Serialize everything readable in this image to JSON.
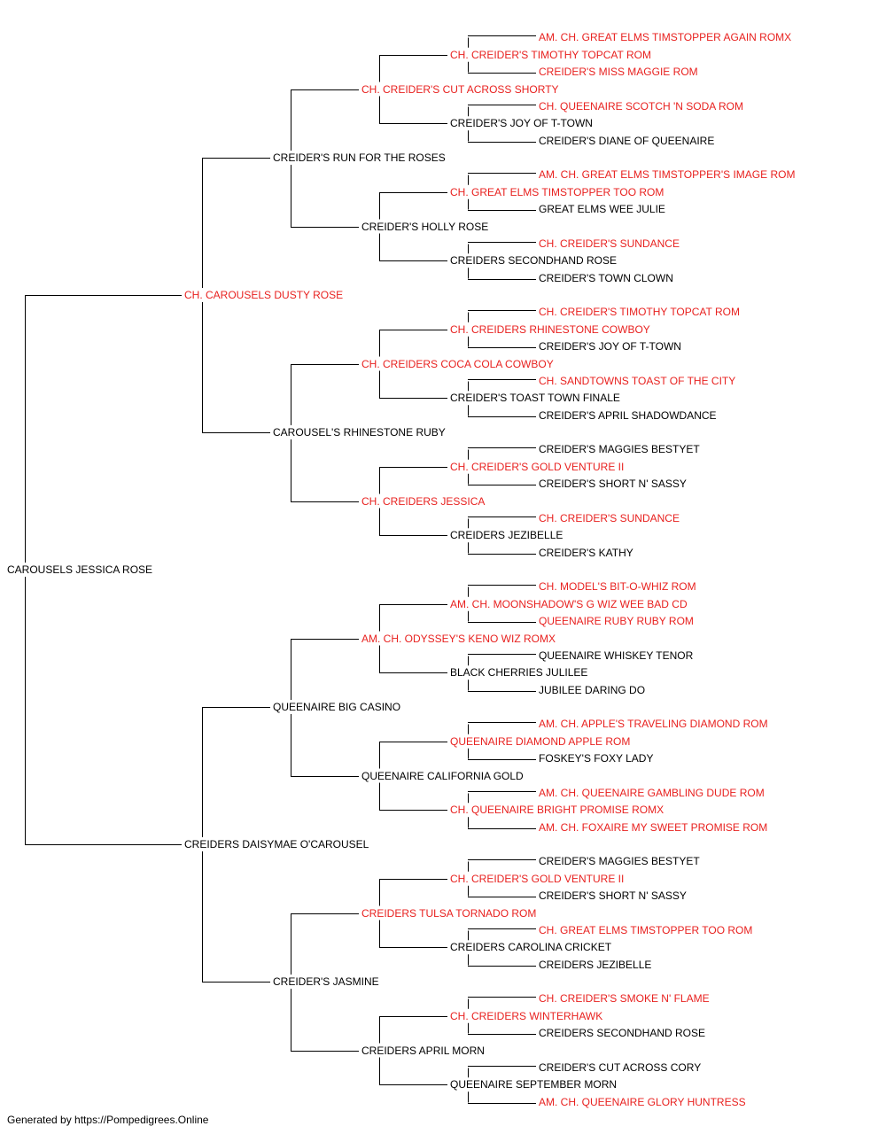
{
  "colors": {
    "champion": "#e8211f",
    "normal": "#000000",
    "line": "#000000"
  },
  "pedigree": {
    "name": "CAROUSELS JESSICA ROSE",
    "champion": false,
    "sire": {
      "name": "CH. CAROUSELS DUSTY ROSE",
      "champion": true,
      "sire": {
        "name": "CREIDER'S RUN FOR THE ROSES",
        "champion": false,
        "sire": {
          "name": "CH. CREIDER'S CUT ACROSS SHORTY",
          "champion": true,
          "sire": {
            "name": "CH. CREIDER'S TIMOTHY TOPCAT ROM",
            "champion": true,
            "sire": {
              "name": "AM. CH. GREAT ELMS TIMSTOPPER AGAIN ROMX",
              "champion": true
            },
            "dam": {
              "name": "CREIDER'S MISS MAGGIE ROM",
              "champion": true
            }
          },
          "dam": {
            "name": "CREIDER'S JOY OF T-TOWN",
            "champion": false,
            "sire": {
              "name": "CH. QUEENAIRE SCOTCH 'N SODA ROM",
              "champion": true
            },
            "dam": {
              "name": "CREIDER'S DIANE OF QUEENAIRE",
              "champion": false
            }
          }
        },
        "dam": {
          "name": "CREIDER'S HOLLY ROSE",
          "champion": false,
          "sire": {
            "name": "CH. GREAT ELMS TIMSTOPPER TOO ROM",
            "champion": true,
            "sire": {
              "name": "AM. CH. GREAT ELMS TIMSTOPPER'S IMAGE ROM",
              "champion": true
            },
            "dam": {
              "name": "GREAT ELMS WEE JULIE",
              "champion": false
            }
          },
          "dam": {
            "name": "CREIDERS SECONDHAND ROSE",
            "champion": false,
            "sire": {
              "name": "CH. CREIDER'S SUNDANCE",
              "champion": true
            },
            "dam": {
              "name": "CREIDER'S TOWN CLOWN",
              "champion": false
            }
          }
        }
      },
      "dam": {
        "name": "CAROUSEL'S RHINESTONE RUBY",
        "champion": false,
        "sire": {
          "name": "CH. CREIDERS COCA COLA COWBOY",
          "champion": true,
          "sire": {
            "name": "CH. CREIDERS RHINESTONE COWBOY",
            "champion": true,
            "sire": {
              "name": "CH. CREIDER'S TIMOTHY TOPCAT ROM",
              "champion": true
            },
            "dam": {
              "name": "CREIDER'S JOY OF T-TOWN",
              "champion": false
            }
          },
          "dam": {
            "name": "CREIDER'S TOAST TOWN FINALE",
            "champion": false,
            "sire": {
              "name": "CH. SANDTOWNS TOAST OF THE CITY",
              "champion": true
            },
            "dam": {
              "name": "CREIDER'S APRIL SHADOWDANCE",
              "champion": false
            }
          }
        },
        "dam": {
          "name": "CH. CREIDERS JESSICA",
          "champion": true,
          "sire": {
            "name": "CH. CREIDER'S GOLD VENTURE II",
            "champion": true,
            "sire": {
              "name": "CREIDER'S MAGGIES BESTYET",
              "champion": false
            },
            "dam": {
              "name": "CREIDER'S SHORT N' SASSY",
              "champion": false
            }
          },
          "dam": {
            "name": "CREIDERS JEZIBELLE",
            "champion": false,
            "sire": {
              "name": "CH. CREIDER'S SUNDANCE",
              "champion": true
            },
            "dam": {
              "name": "CREIDER'S KATHY",
              "champion": false
            }
          }
        }
      }
    },
    "dam": {
      "name": "CREIDERS DAISYMAE O'CAROUSEL",
      "champion": false,
      "sire": {
        "name": "QUEENAIRE BIG CASINO",
        "champion": false,
        "sire": {
          "name": "AM. CH. ODYSSEY'S KENO WIZ ROMX",
          "champion": true,
          "sire": {
            "name": "AM. CH. MOONSHADOW'S G WIZ WEE BAD CD",
            "champion": true,
            "sire": {
              "name": "CH. MODEL'S BIT-O-WHIZ ROM",
              "champion": true
            },
            "dam": {
              "name": "QUEENAIRE RUBY RUBY ROM",
              "champion": true
            }
          },
          "dam": {
            "name": "BLACK CHERRIES JULILEE",
            "champion": false,
            "sire": {
              "name": "QUEENAIRE WHISKEY TENOR",
              "champion": false
            },
            "dam": {
              "name": "JUBILEE DARING DO",
              "champion": false
            }
          }
        },
        "dam": {
          "name": "QUEENAIRE CALIFORNIA GOLD",
          "champion": false,
          "sire": {
            "name": "QUEENAIRE DIAMOND APPLE ROM",
            "champion": true,
            "sire": {
              "name": "AM. CH. APPLE'S TRAVELING DIAMOND ROM",
              "champion": true
            },
            "dam": {
              "name": "FOSKEY'S FOXY LADY",
              "champion": false
            }
          },
          "dam": {
            "name": "CH. QUEENAIRE BRIGHT PROMISE ROMX",
            "champion": true,
            "sire": {
              "name": "AM. CH. QUEENAIRE GAMBLING DUDE ROM",
              "champion": true
            },
            "dam": {
              "name": "AM. CH. FOXAIRE MY SWEET PROMISE ROM",
              "champion": true
            }
          }
        }
      },
      "dam": {
        "name": "CREIDER'S JASMINE",
        "champion": false,
        "sire": {
          "name": "CREIDERS TULSA TORNADO ROM",
          "champion": true,
          "sire": {
            "name": "CH. CREIDER'S GOLD VENTURE II",
            "champion": true,
            "sire": {
              "name": "CREIDER'S MAGGIES BESTYET",
              "champion": false
            },
            "dam": {
              "name": "CREIDER'S SHORT N' SASSY",
              "champion": false
            }
          },
          "dam": {
            "name": "CREIDERS CAROLINA CRICKET",
            "champion": false,
            "sire": {
              "name": "CH. GREAT ELMS TIMSTOPPER TOO ROM",
              "champion": true
            },
            "dam": {
              "name": "CREIDERS JEZIBELLE",
              "champion": false
            }
          }
        },
        "dam": {
          "name": "CREIDERS APRIL MORN",
          "champion": false,
          "sire": {
            "name": "CH. CREIDERS WINTERHAWK",
            "champion": true,
            "sire": {
              "name": "CH. CREIDER'S SMOKE N' FLAME",
              "champion": true
            },
            "dam": {
              "name": "CREIDERS SECONDHAND ROSE",
              "champion": false
            }
          },
          "dam": {
            "name": "QUEENAIRE SEPTEMBER MORN",
            "champion": false,
            "sire": {
              "name": "CREIDER'S CUT ACROSS CORY",
              "champion": false
            },
            "dam": {
              "name": "AM. CH. QUEENAIRE GLORY HUNTRESS",
              "champion": true
            }
          }
        }
      }
    }
  },
  "footer": {
    "text": "Generated by https://Pompedigrees.Online"
  }
}
